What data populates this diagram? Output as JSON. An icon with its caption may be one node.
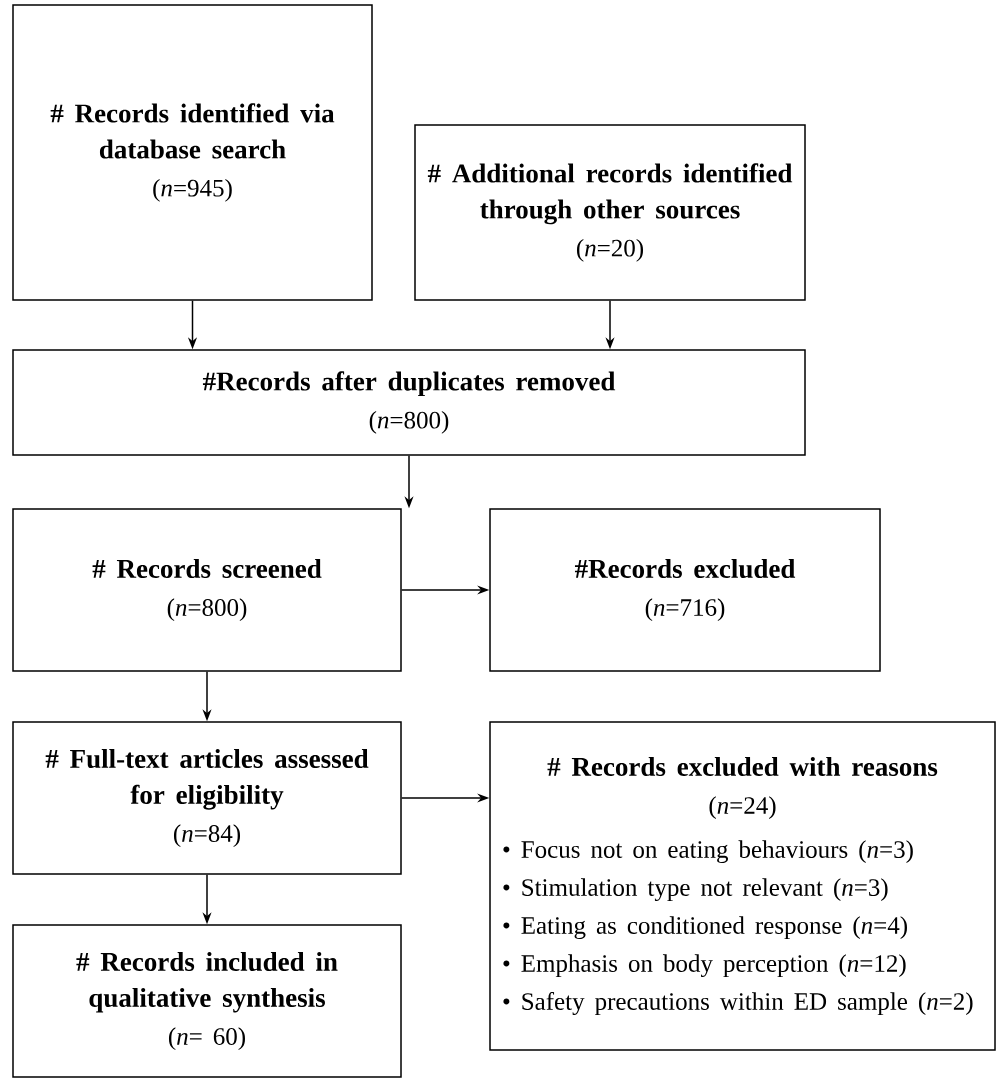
{
  "diagram": {
    "nodes": [
      {
        "text": [
          "# Records identified via database search",
          "(*n*=945)"
        ]
      },
      {
        "text": [
          "# Additional records identified through other sources",
          "(*n*=20)"
        ]
      },
      {
        "text": [
          "#Records after duplicates removed",
          "(*n*=800)"
        ]
      },
      {
        "text": [
          "# Records screened",
          "(*n*=800)"
        ]
      },
      {
        "text": [
          "#Records excluded",
          "(*n*=716)"
        ]
      },
      {
        "text": [
          "# Full-text articles assessed for eligibility",
          "(*n*=84)"
        ]
      },
      {
        "text": [
          "# Records excluded with reasons",
          "(*n*=24)",
          "• Focus not on eating behaviours (*n*=3)",
          "• Stimulation type not relevant (*n*=3)",
          "• Eating as conditioned response (*n*=4)",
          "• Emphasis on body perception (*n*=12)",
          "• Safety precautions within ED sample (*n*=2)"
        ]
      },
      {
        "text": [
          "# Records included in qualitative synthesis",
          "(*n*= 60)"
        ]
      }
    ],
    "edges": [
      {
        "from": 0,
        "to": 2,
        "arrow": "to"
      },
      {
        "from": 1,
        "to": 2,
        "arrow": "to"
      },
      {
        "from": 2,
        "to": 3,
        "arrow": "to"
      },
      {
        "from": 3,
        "to": 4,
        "arrow": "to"
      },
      {
        "from": 3,
        "to": 5,
        "arrow": "to"
      },
      {
        "from": 5,
        "to": 6,
        "arrow": "to"
      },
      {
        "from": 5,
        "to": 7,
        "arrow": "to"
      }
    ]
  }
}
